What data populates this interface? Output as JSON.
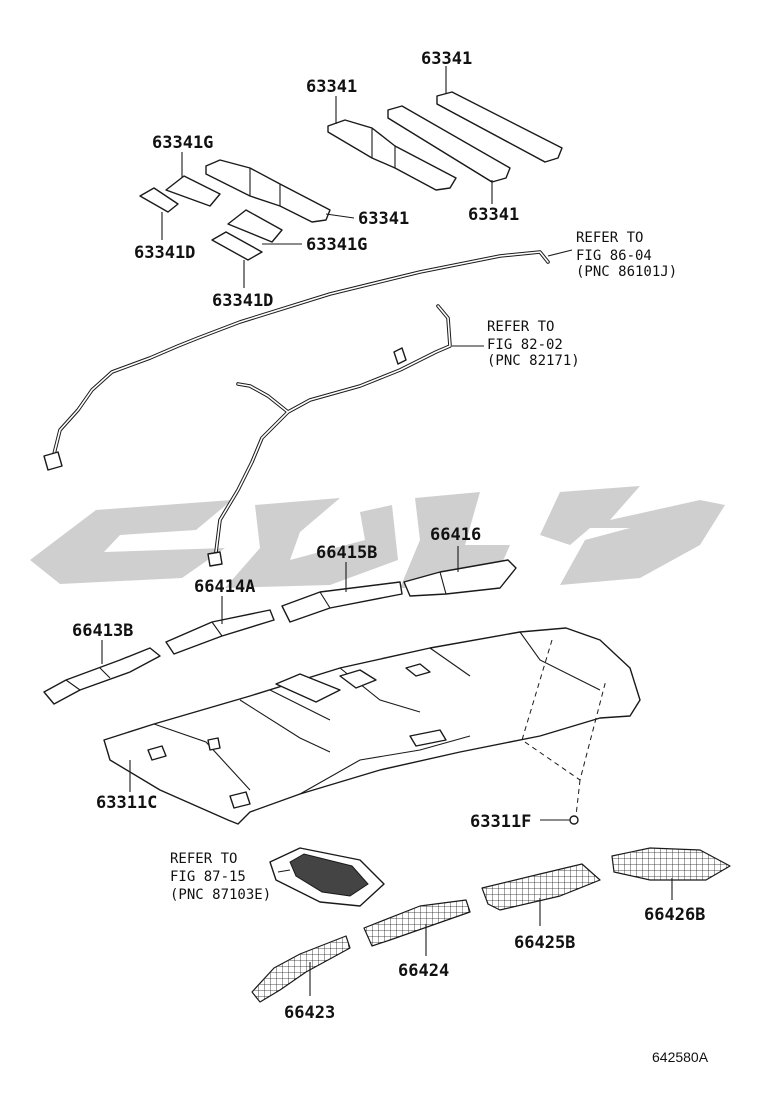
{
  "labels": {
    "p63341_a": "63341",
    "p63341_b": "63341",
    "p63341_c": "63341",
    "p63341_d": "63341",
    "p63341g_a": "63341G",
    "p63341g_b": "63341G",
    "p63341d_a": "63341D",
    "p63341d_b": "63341D",
    "p66413b": "66413B",
    "p66414a": "66414A",
    "p66415b": "66415B",
    "p66416": "66416",
    "p63311c": "63311C",
    "p63311f": "63311F",
    "p66423": "66423",
    "p66424": "66424",
    "p66425b": "66425B",
    "p66426b": "66426B"
  },
  "references": {
    "ref1": {
      "line1": "REFER TO",
      "line2": "FIG 86-04",
      "line3": "(PNC 86101J)"
    },
    "ref2": {
      "line1": "REFER TO",
      "line2": "FIG 82-02",
      "line3": "(PNC 82171)"
    },
    "ref3": {
      "line1": "REFER TO",
      "line2": "FIG 87-15",
      "line3": "(PNC 87103E)"
    }
  },
  "figure_code": "642580A",
  "colors": {
    "ink": "#1a1a1a",
    "watermark": "#cfcfcf"
  }
}
